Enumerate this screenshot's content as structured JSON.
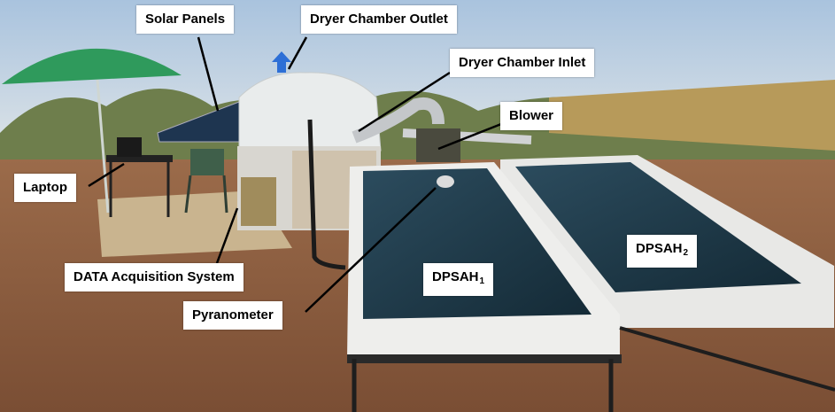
{
  "labels": {
    "solar_panels": "Solar Panels",
    "dryer_outlet": "Dryer Chamber Outlet",
    "dryer_inlet": "Dryer Chamber Inlet",
    "blower": "Blower",
    "laptop": "Laptop",
    "daq": "DATA Acquisition System",
    "pyranometer": "Pyranometer",
    "dpsah1_base": "DPSAH",
    "dpsah1_sub": "1",
    "dpsah2_base": "DPSAH",
    "dpsah2_sub": "2"
  },
  "colors": {
    "sky": "#b9cde0",
    "ground": "#8a5a3c",
    "collector": "#1f3a4a",
    "frame": "#e8e8e6",
    "umbrella": "#2f9a5c",
    "arrow_blue": "#2d6fd6"
  }
}
